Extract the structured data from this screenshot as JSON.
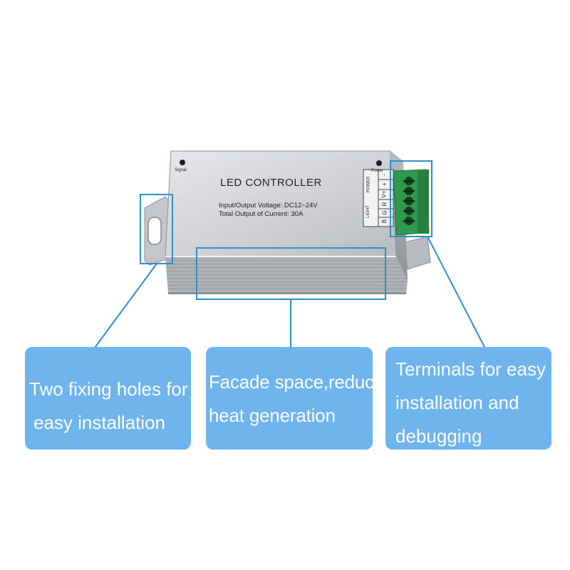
{
  "device": {
    "title": "LED CONTROLLER",
    "spec_voltage": "Input/Output Voltage:  DC12~24V",
    "spec_current": "Total Output of Current: 30A",
    "signal_label": "Signal",
    "power_label": "Power",
    "terminal_group_power": "POWER",
    "terminal_group_light": "LIGHT",
    "terminal_pins": [
      "-",
      "+",
      "V+",
      "R",
      "G",
      "B"
    ]
  },
  "callouts": [
    {
      "lines": [
        "Two fixing holes for",
        "easy installation"
      ]
    },
    {
      "lines": [
        "Facade space,reduce",
        "heat generation"
      ]
    },
    {
      "lines": [
        "Terminals for easy",
        "installation and",
        "debugging"
      ]
    }
  ],
  "colors": {
    "card": "#6fb4ec",
    "highlight": "#2e8fd0",
    "terminal": "#2f9a4e",
    "housing": "#c9ccd0"
  }
}
